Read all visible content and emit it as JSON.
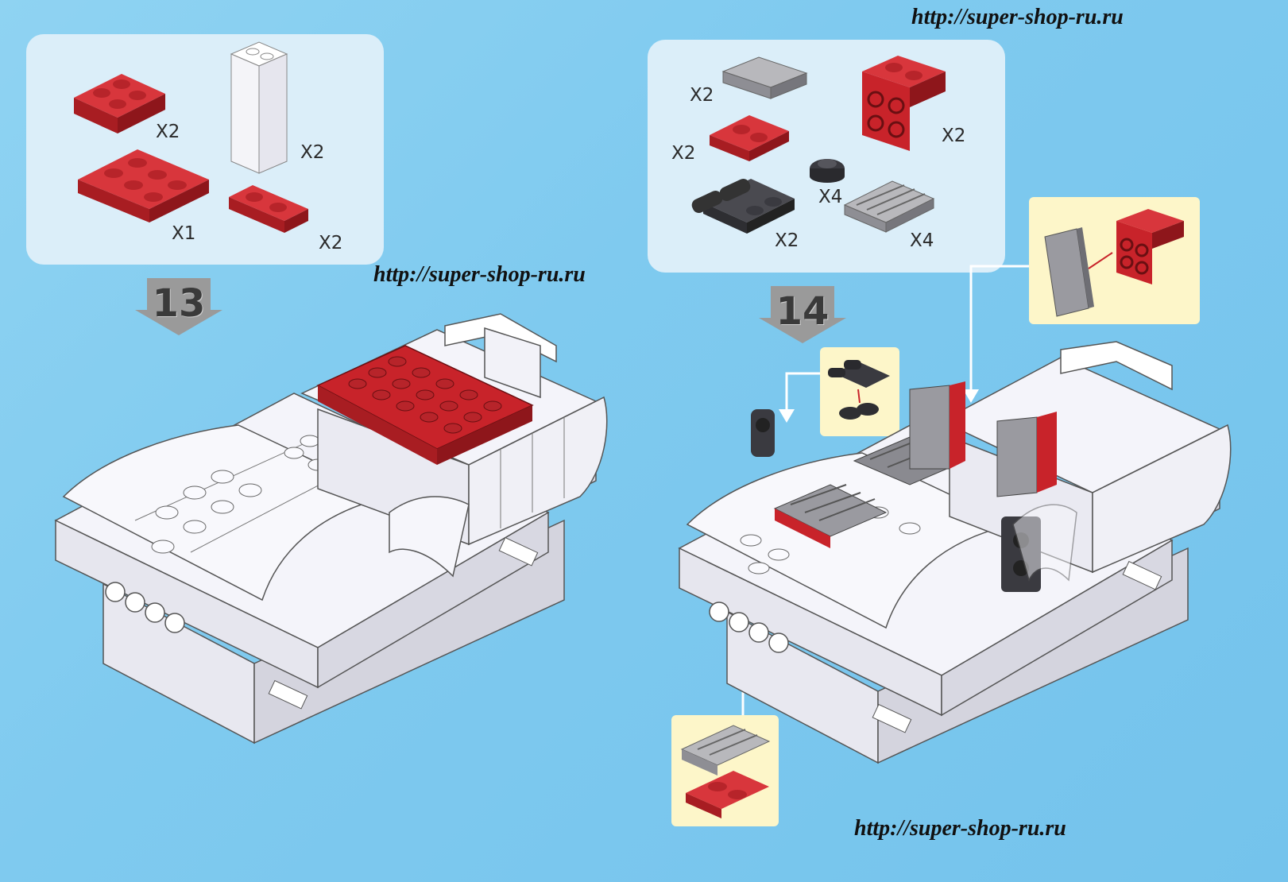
{
  "watermarks": {
    "top_right": "http://super-shop-ru.ru",
    "middle": "http://super-shop-ru.ru",
    "bottom_right": "http://super-shop-ru.ru"
  },
  "step13": {
    "number": "13",
    "parts": [
      {
        "name": "red 2x2 plate",
        "qty": "X2"
      },
      {
        "name": "white 1x2x5 panel",
        "qty": "X2"
      },
      {
        "name": "red 2x3 plate",
        "qty": "X1"
      },
      {
        "name": "red 1x2 plate",
        "qty": "X2"
      }
    ]
  },
  "step14": {
    "number": "14",
    "parts": [
      {
        "name": "grey 2x2 tile",
        "qty": "X2"
      },
      {
        "name": "red 1x2 plate",
        "qty": "X2"
      },
      {
        "name": "red 1x2 bracket",
        "qty": "X2"
      },
      {
        "name": "black round plate",
        "qty": "X4"
      },
      {
        "name": "black plate with clips",
        "qty": "X2"
      },
      {
        "name": "grey grille tile",
        "qty": "X4"
      }
    ]
  },
  "colors": {
    "background": "#7fcaef",
    "panel": "#dbeef9",
    "callout": "#fdf6c9",
    "brick_red": "#c8232a",
    "brick_white": "#f4f4fa",
    "brick_grey": "#9a9a9e",
    "brick_black": "#3a3a3e"
  }
}
